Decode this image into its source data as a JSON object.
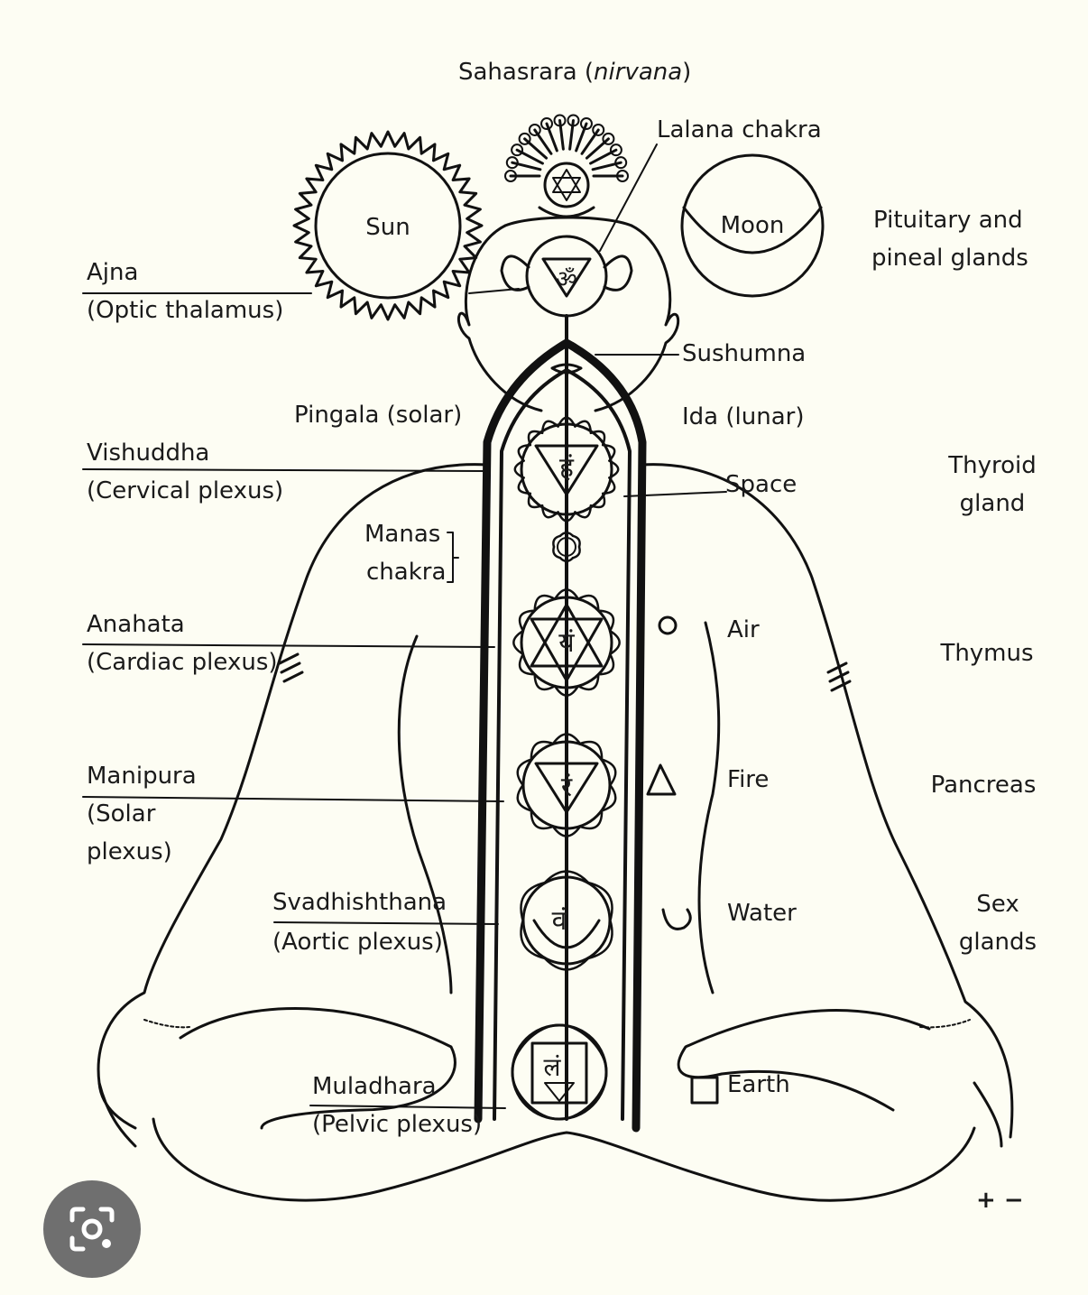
{
  "labels": {
    "sahasrara": "Sahasrara (",
    "nirvana": "nirvana",
    "close_paren": ")",
    "lalana": "Lalana chakra",
    "sun": "Sun",
    "moon": "Moon",
    "pituitary_1": "Pituitary and",
    "pituitary_2": "pineal glands",
    "ajna": "Ajna",
    "ajna_sub": "(Optic thalamus)",
    "sushumna": "Sushumna",
    "pingala": "Pingala (solar)",
    "ida": "Ida (lunar)",
    "vishuddha": "Vishuddha",
    "vishuddha_sub": "(Cervical plexus)",
    "space": "Space",
    "thyroid_1": "Thyroid",
    "thyroid_2": "gland",
    "manas_1": "Manas",
    "manas_2": "chakra",
    "anahata": "Anahata",
    "anahata_sub": "(Cardiac plexus)",
    "air": "Air",
    "thymus": "Thymus",
    "manipura": "Manipura",
    "manipura_sub_1": "(Solar",
    "manipura_sub_2": "plexus)",
    "fire": "Fire",
    "pancreas": "Pancreas",
    "svadhishthana": "Svadhishthana",
    "svadhishthana_sub": "(Aortic plexus)",
    "water": "Water",
    "sex_1": "Sex",
    "sex_2": "glands",
    "muladhara": "Muladhara",
    "muladhara_sub": "(Pelvic plexus)",
    "earth": "Earth",
    "plus_minus": "+ −"
  },
  "chakra_glyphs": {
    "ajna": "ॐ",
    "vishuddha": "हं",
    "anahata": "यं",
    "manipura": "रं",
    "svadhishthana": "वं",
    "muladhara": "लं"
  },
  "icons": {
    "lens_button": "camera-search-icon"
  },
  "colors": {
    "background": "#fdfdf3",
    "ink": "#111111",
    "lens_button": "#6f6f6f"
  }
}
